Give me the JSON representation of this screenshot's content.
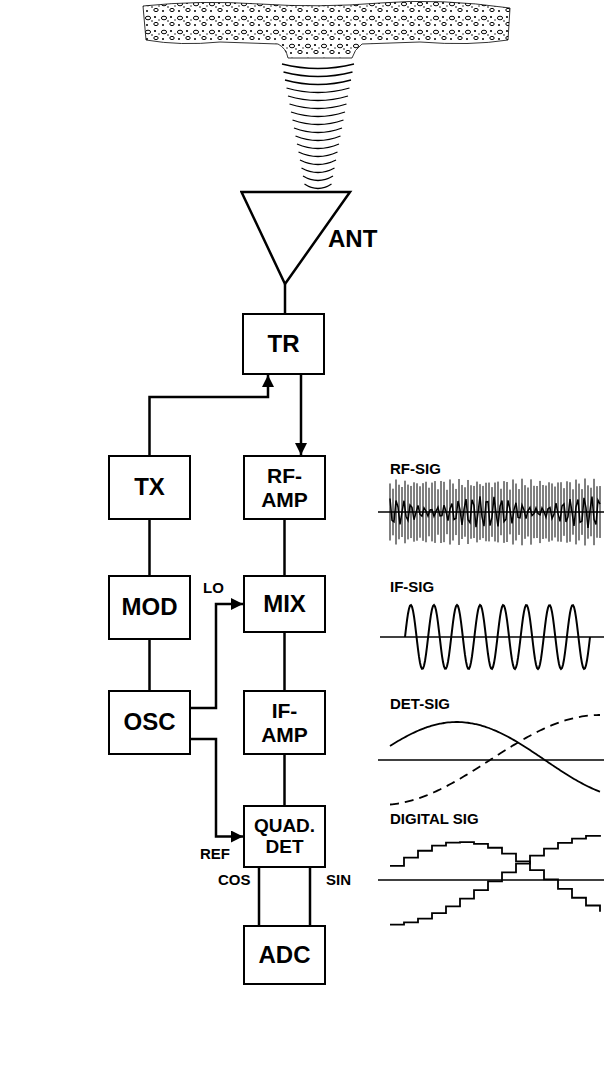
{
  "diagram": {
    "nodes": [
      {
        "text": [
          "ANT"
        ]
      },
      {
        "text": [
          "TR"
        ]
      },
      {
        "text": [
          "TX"
        ]
      },
      {
        "text": [
          "RF- AMP"
        ]
      },
      {
        "text": [
          "MOD"
        ]
      },
      {
        "text": [
          "MIX"
        ]
      },
      {
        "text": [
          "OSC"
        ]
      },
      {
        "text": [
          "IF- AMP"
        ]
      },
      {
        "text": [
          "QUAD. DET"
        ]
      },
      {
        "text": [
          "ADC"
        ]
      }
    ],
    "edges": [
      {
        "from": 0,
        "to": 1,
        "arrow": "none"
      },
      {
        "from": 2,
        "to": 1,
        "arrow": "to"
      },
      {
        "from": 1,
        "to": 3,
        "arrow": "to"
      },
      {
        "from": 4,
        "to": 2,
        "arrow": "none"
      },
      {
        "from": 6,
        "to": 4,
        "arrow": "none"
      },
      {
        "from": 3,
        "to": 5,
        "arrow": "none"
      },
      {
        "from": 6,
        "to": 5,
        "label": "LO",
        "arrow": "to"
      },
      {
        "from": 5,
        "to": 7,
        "arrow": "none"
      },
      {
        "from": 7,
        "to": 8,
        "arrow": "none"
      },
      {
        "from": 6,
        "to": 8,
        "label": "REF",
        "arrow": "to"
      },
      {
        "from": 8,
        "to": 9,
        "label": "COS",
        "arrow": "none"
      },
      {
        "from": 8,
        "to": 9,
        "label": "SIN",
        "arrow": "none"
      }
    ],
    "labels": [
      "RF-SIG",
      "IF-SIG",
      "DET-SIG",
      "DIGITAL SIG"
    ]
  }
}
